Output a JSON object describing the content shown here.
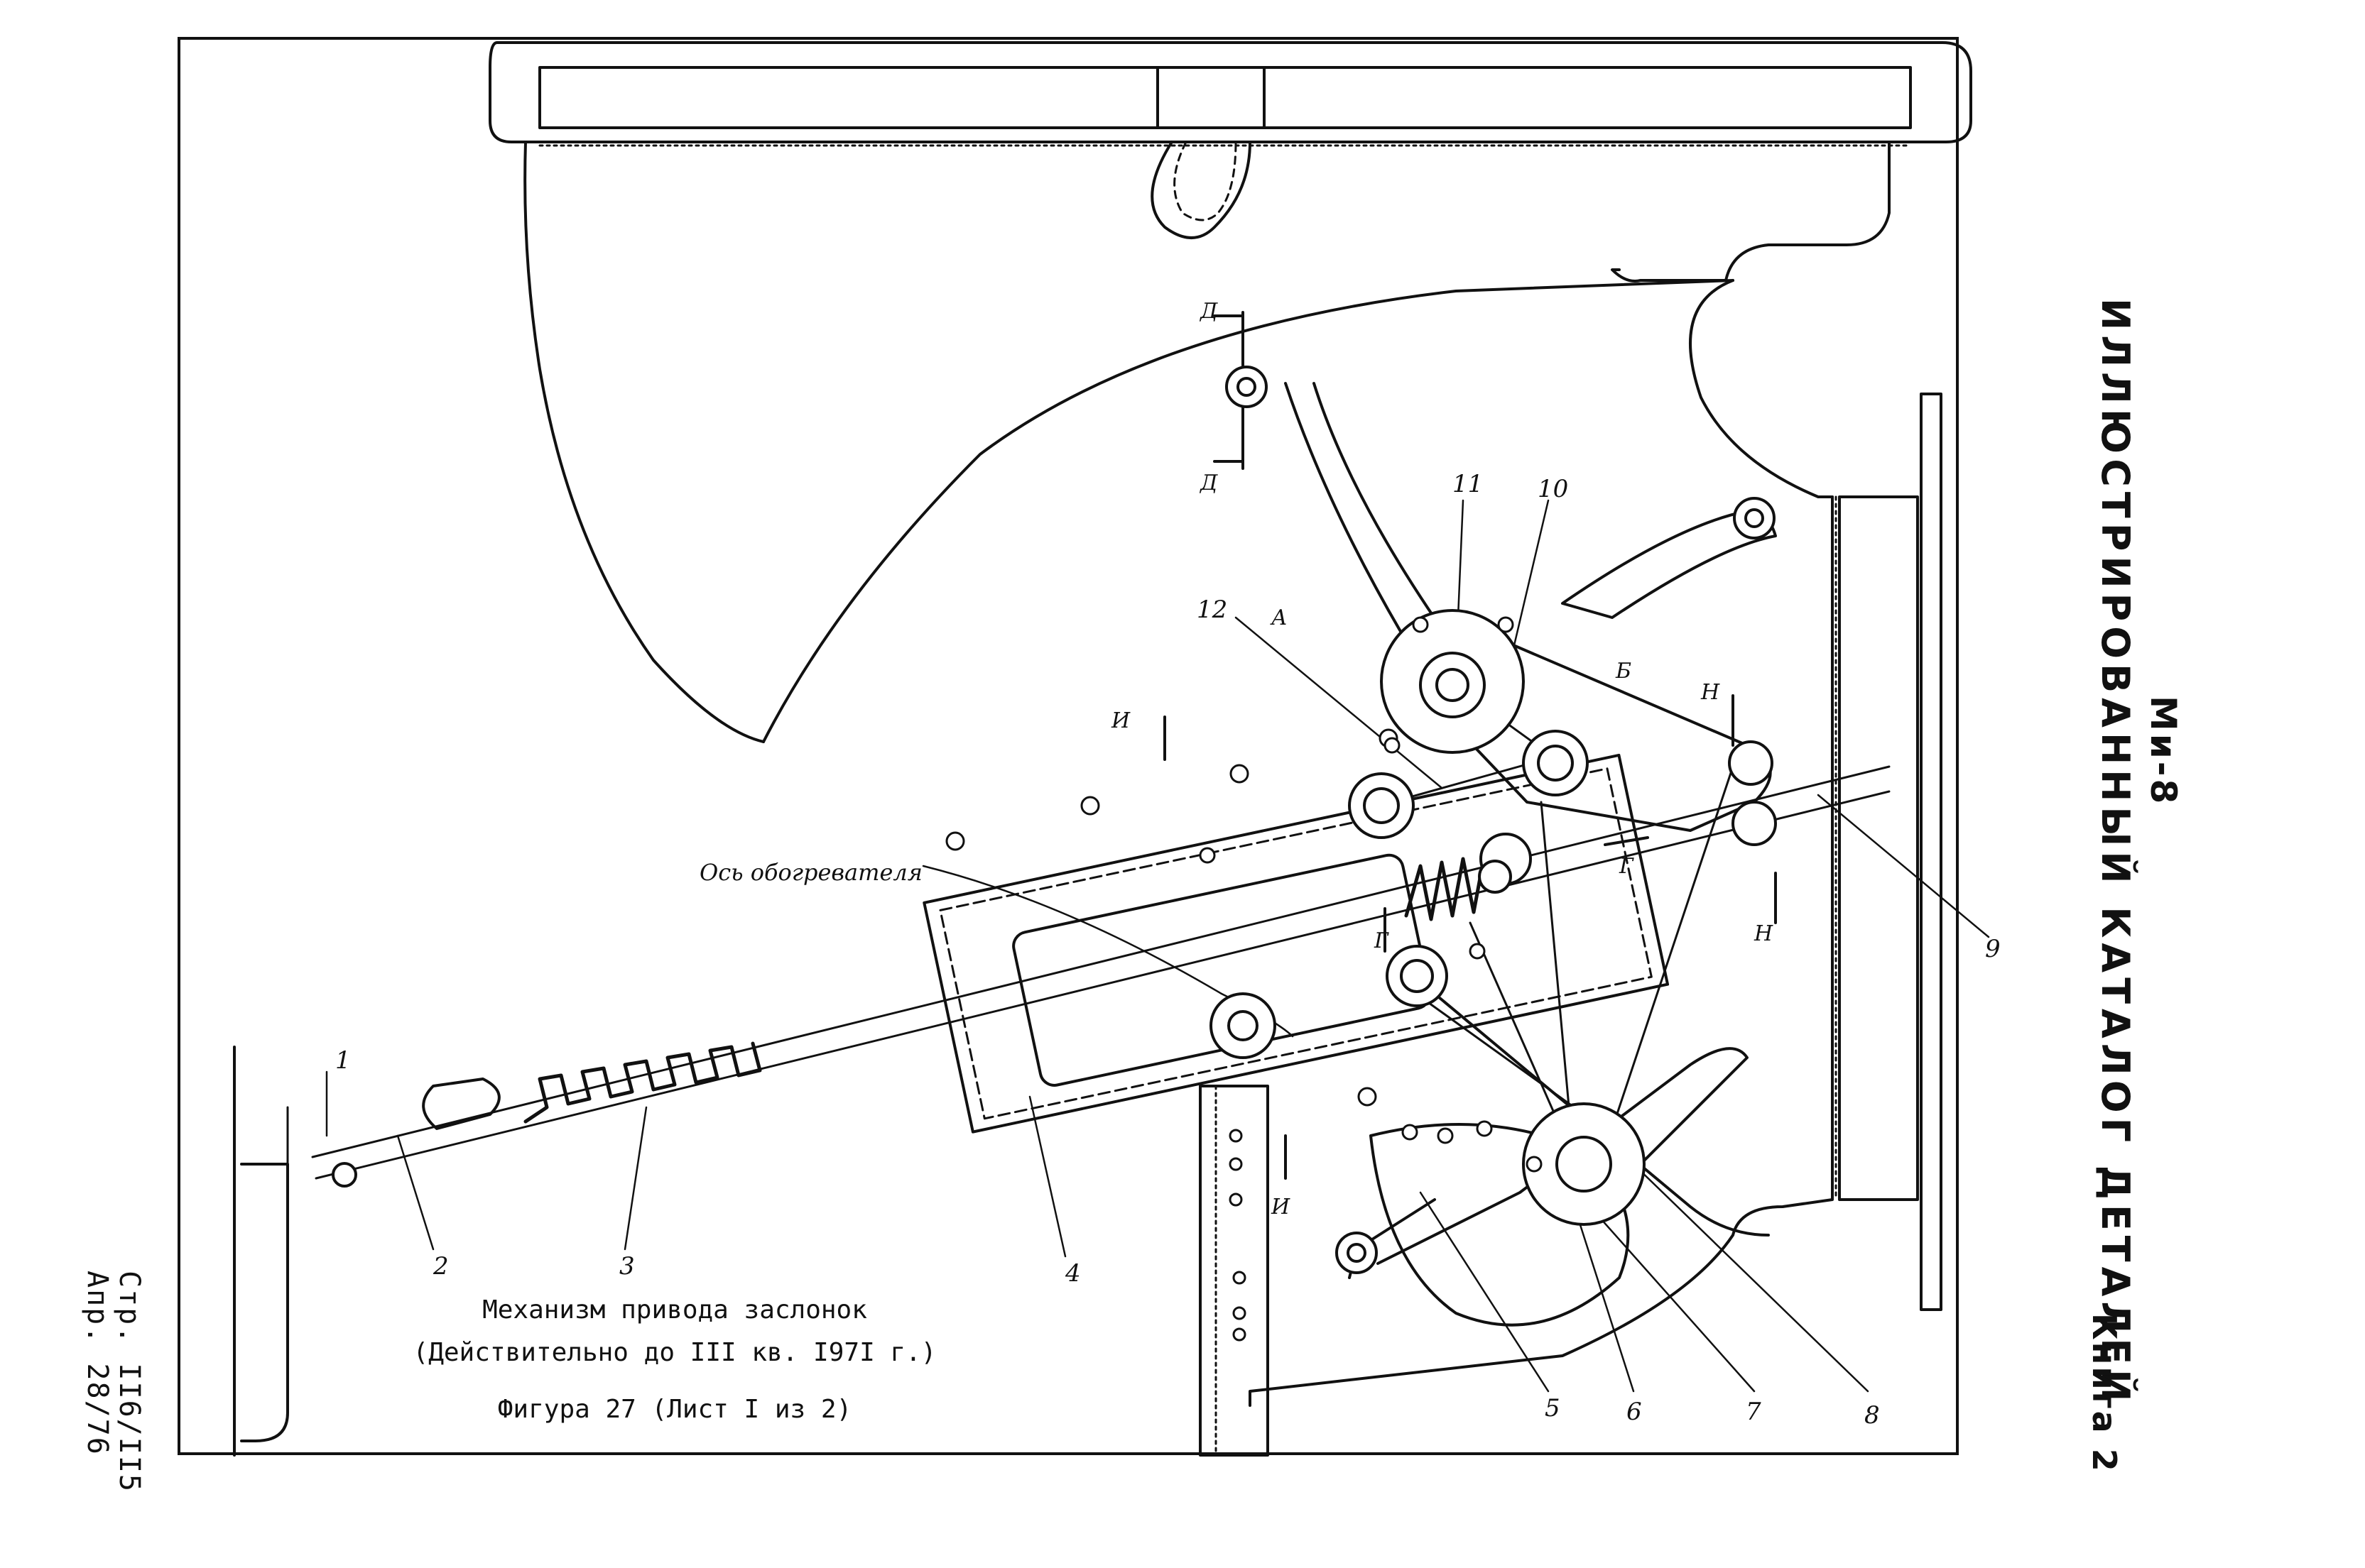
{
  "header": {
    "model": "Ми-8",
    "title": "ИЛЛЮСТРИРОВАННЫЙ КАТАЛОГ ДЕТАЛЕЙ",
    "book": "Книга 2"
  },
  "page_ref": {
    "page": "Стр. II6/II5",
    "date": "Апр. 28/76"
  },
  "caption": {
    "line1": "Механизм привода заслонок",
    "line2": "(Действительно до III кв. I97I г.)",
    "figure": "Фигура 27 (Лист I из 2)"
  },
  "labels": {
    "axis_label": "Ось обогревателя",
    "callouts": [
      "1",
      "2",
      "3",
      "4",
      "5",
      "6",
      "7",
      "8",
      "9",
      "10",
      "11",
      "12"
    ],
    "sections": {
      "d": "Д",
      "a": "А",
      "b": "Б",
      "n": "Н",
      "g": "Г",
      "i": "И"
    }
  }
}
